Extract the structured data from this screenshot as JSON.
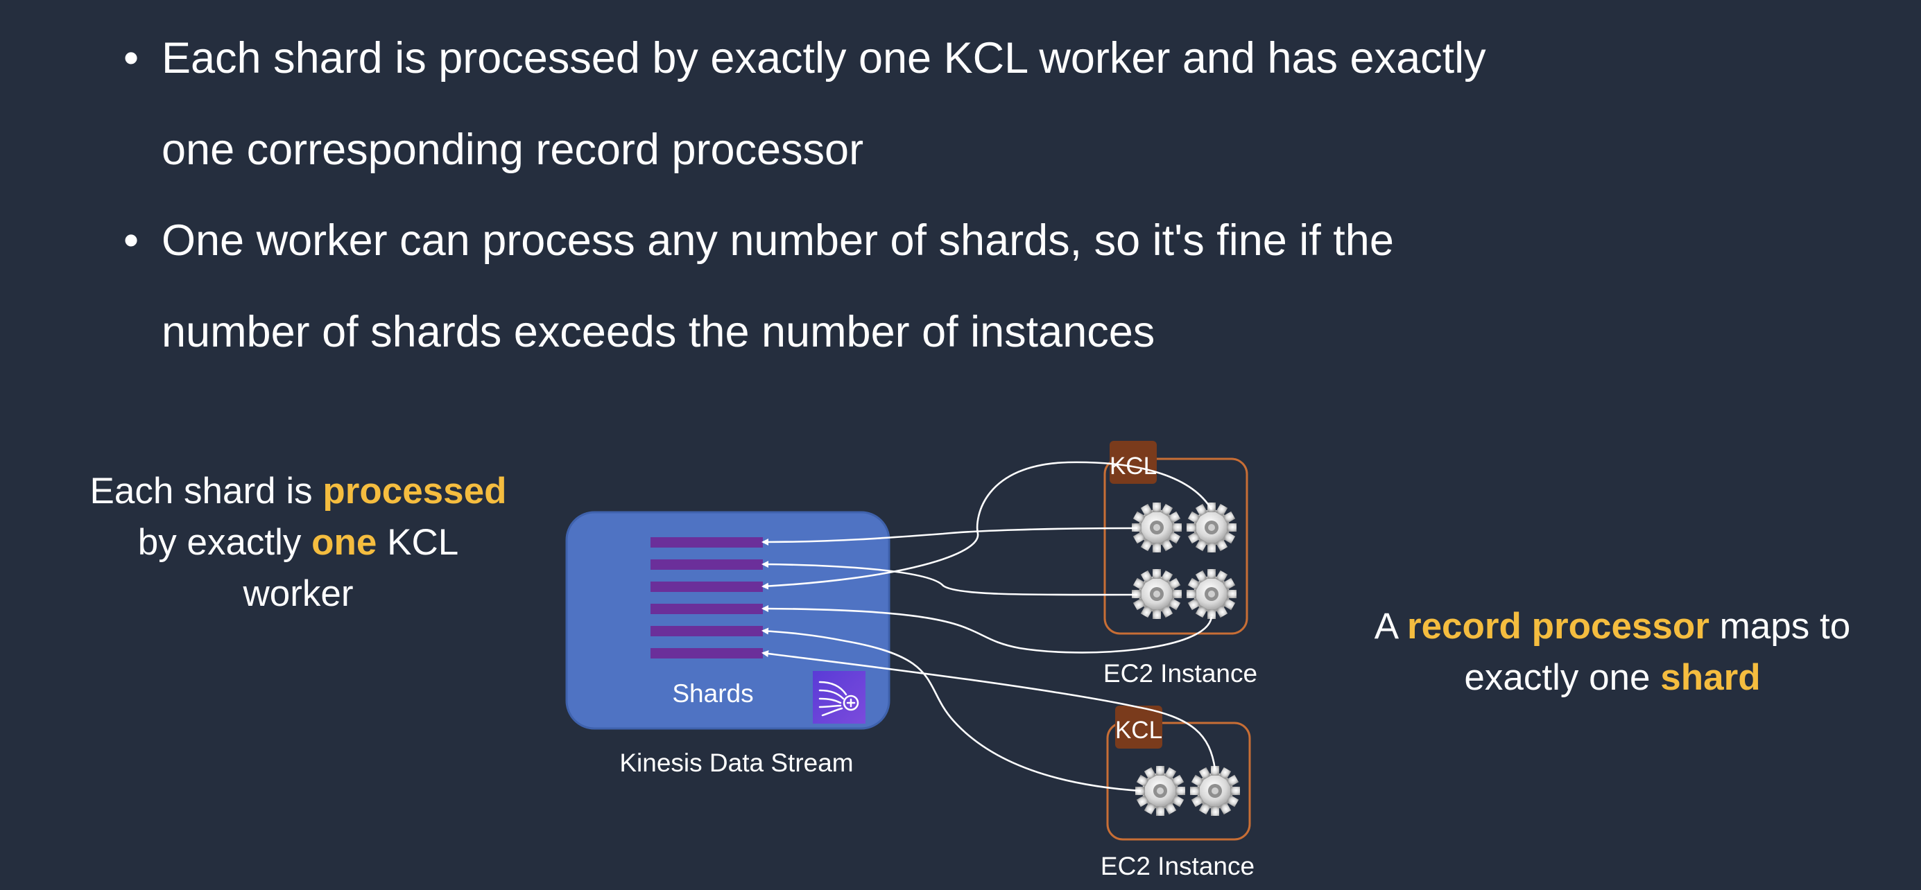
{
  "bullets": [
    {
      "line1": "Each shard is processed by exactly one KCL worker and has exactly",
      "line2": "one corresponding record processor"
    },
    {
      "line1": "One worker can process any number of shards, so it's fine if the",
      "line2": "number of shards exceeds the number of instances"
    }
  ],
  "bullet_glyph": "•",
  "left_caption": {
    "part1": "Each shard is ",
    "highlight1": "processed",
    "part2": "by exactly ",
    "highlight2": "one",
    "part3": " KCL",
    "part4": "worker"
  },
  "right_caption": {
    "part1": "A ",
    "highlight1": "record processor",
    "part2": " maps to",
    "part3": "exactly one ",
    "highlight2": "shard"
  },
  "stream": {
    "shards_label": "Shards",
    "stream_label": "Kinesis Data Stream",
    "icon": "kinesis-data-streams-icon"
  },
  "instances": [
    {
      "kcl_label": "KCL",
      "instance_label": "EC2 Instance",
      "workers": 4
    },
    {
      "kcl_label": "KCL",
      "instance_label": "EC2 Instance",
      "workers": 2
    }
  ],
  "shard_count": 6,
  "colors": {
    "background": "#252e3e",
    "highlight": "#f5bd3f",
    "stream_box": "#4f73c3",
    "shard_bar": "#6b2f9a",
    "kcl_badge": "#7a3b1c",
    "instance_border": "#c86e35",
    "arrow": "#ffffff"
  }
}
